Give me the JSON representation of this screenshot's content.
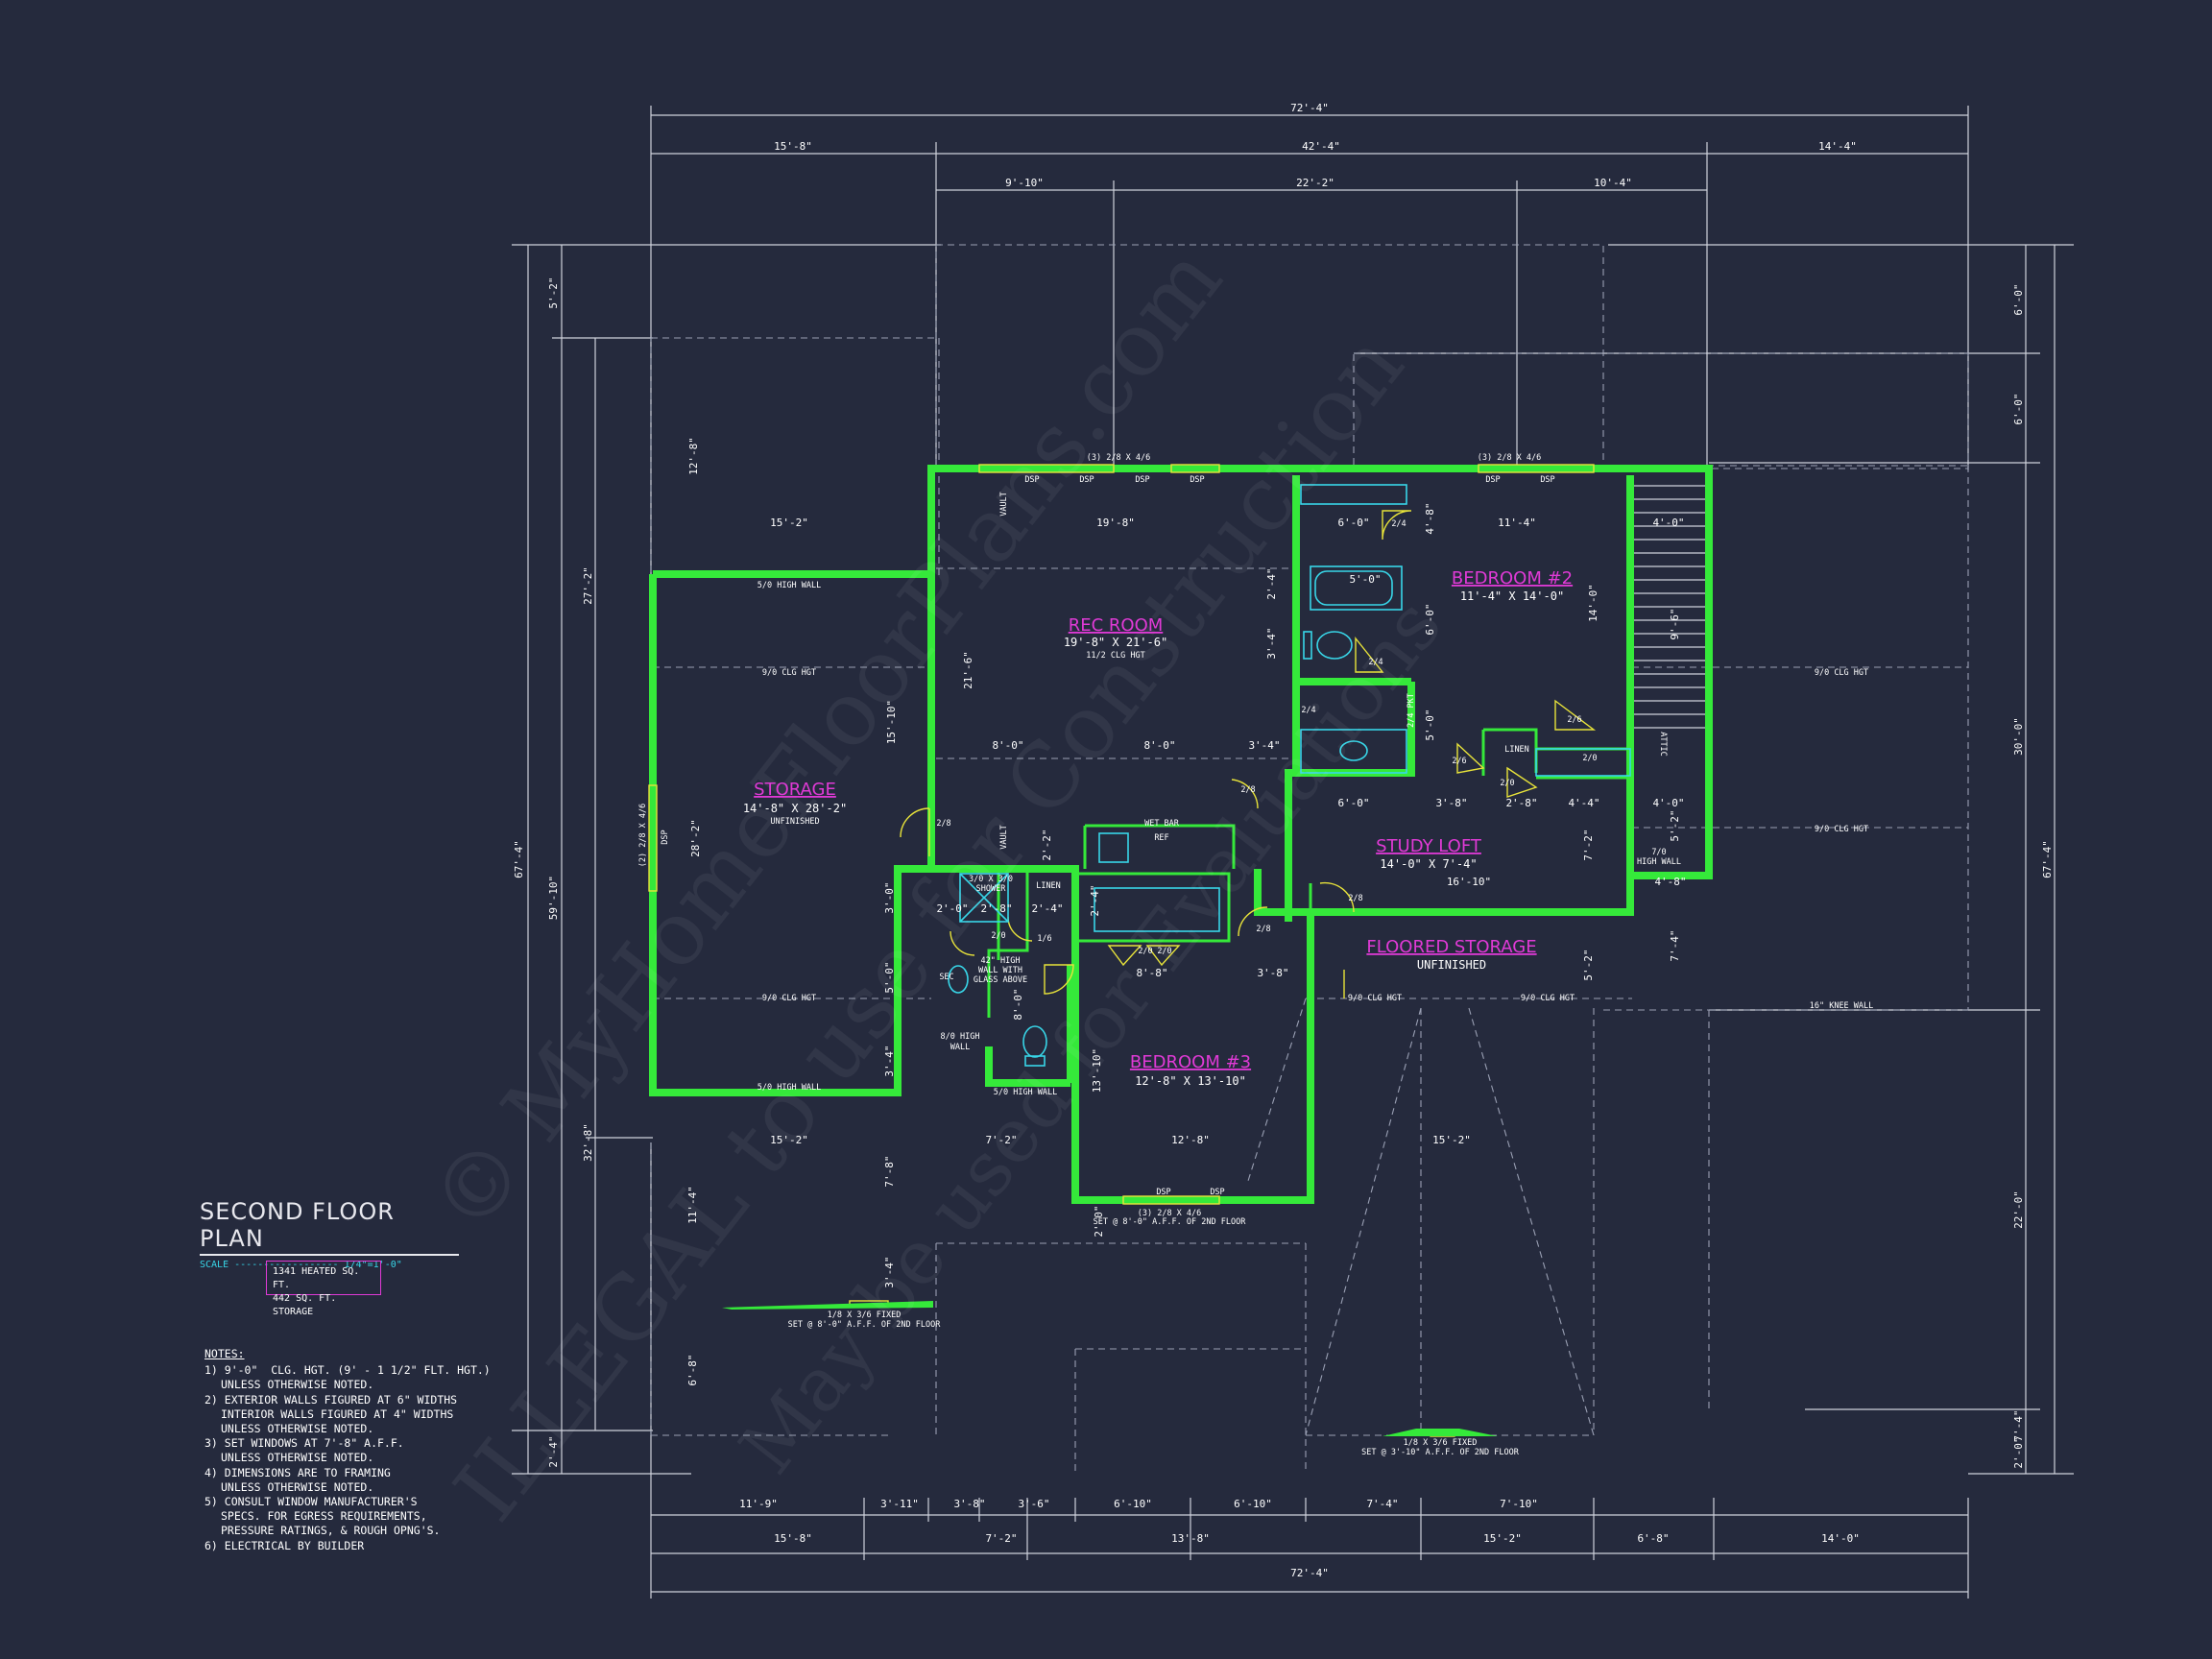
{
  "plan": {
    "title": "SECOND FLOOR PLAN",
    "scale_label": "SCALE",
    "scale_value": "1/4\"=1'-0\"",
    "area": [
      "1341 HEATED SQ. FT.",
      "442 SQ. FT. STORAGE"
    ]
  },
  "rooms": {
    "storage": {
      "name": "STORAGE",
      "size": "14'-8\" X 28'-2\"",
      "note": "UNFINISHED"
    },
    "rec_room": {
      "name": "REC ROOM",
      "size": "19'-8\" X 21'-6\"",
      "note": "11/2 CLG HGT"
    },
    "bedroom2": {
      "name": "BEDROOM #2",
      "size": "11'-4\" X 14'-0\""
    },
    "study_loft": {
      "name": "STUDY LOFT",
      "size": "14'-0\" X 7'-4\""
    },
    "floored_storage": {
      "name": "FLOORED STORAGE",
      "note": "UNFINISHED"
    },
    "bedroom3": {
      "name": "BEDROOM #3",
      "size": "12'-8\" X 13'-10\""
    }
  },
  "labels": {
    "high_wall_5": "5/0 HIGH WALL",
    "clg_9": "9/0 CLG HGT",
    "clg_9b": "9/0 CLG HGT",
    "clg_9c": "9/0 CLG HGT",
    "clg_9d": "9/0 CLG HGT",
    "clg_9e": "9/0 CLG HGT",
    "knee_wall": "16\" KNEE WALL",
    "high_wall_5b": "5/0 HIGH WALL",
    "high_wall_5c": "5/0 HIGH WALL",
    "high_wall_8": "8/0 HIGH",
    "wall": "WALL",
    "high_wall_7": "7/0",
    "high_wall_7b": "HIGH WALL",
    "linen": "LINEN",
    "linen2": "LINEN",
    "wet_bar": "WET BAR",
    "ref": "REF",
    "shower": "3/0 X 3/0",
    "shower2": "SHOWER",
    "glass1": "42\" HIGH",
    "glass2": "WALL WITH",
    "glass3": "GLASS ABOVE",
    "attic": "ATTIC",
    "vault": "VAULT",
    "vault2": "VAULT",
    "dsp": "DSP",
    "win_top1": "(3) 2/8 X 4/6",
    "win_top2": "(3) 2/8 X 4/6",
    "win_left": "(2) 2/8 X 4/6",
    "win_b3": "(3) 2/8 X 4/6",
    "win_b3_set": "SET @ 8'-0\" A.F.F. OF 2ND FLOOR",
    "win_fixed1": "1/8 X 3/6 FIXED",
    "win_fixed1_set": "SET @ 8'-0\" A.F.F. OF 2ND FLOOR",
    "win_fixed2": "1/8 X 3/6 FIXED",
    "win_fixed2_set": "SET @ 3'-10\" A.F.F. OF 2ND FLOOR",
    "door_2_8": "2/8",
    "door_2_4": "2/4",
    "door_2_6": "2/6",
    "door_2_0": "2/0",
    "door_1_6": "1/6",
    "door_2_4_pkt": "2/4 PKT",
    "sec": "SEC"
  },
  "dims": {
    "total_top": "72'-4\"",
    "top_a": "15'-8\"",
    "top_b": "42'-4\"",
    "top_c": "14'-4\"",
    "top_d": "9'-10\"",
    "top_e": "22'-2\"",
    "top_f": "10'-4\"",
    "total_bottom": "72'-4\"",
    "bot_a": "15'-8\"",
    "bot_b": "7'-2\"",
    "bot_c": "13'-8\"",
    "bot_d": "15'-2\"",
    "bot_e": "6'-8\"",
    "bot_f": "14'-0\"",
    "bot2_a": "11'-9\"",
    "bot2_b": "3'-11\"",
    "bot2_c": "3'-8\"",
    "bot2_d": "3'-6\"",
    "bot2_e": "6'-10\"",
    "bot2_f": "6'-10\"",
    "bot2_g": "7'-4\"",
    "bot2_h": "7'-10\"",
    "left_total": "67'-4\"",
    "left_a": "59'-10\"",
    "left_b": "27'-2\"",
    "left_c": "32'-8\"",
    "left_d": "5'-2\"",
    "left_e": "2'-4\"",
    "right_total": "67'-4\"",
    "right_a": "6'-0\"",
    "right_b": "6'-0\"",
    "right_c": "30'-0\"",
    "right_d": "22'-0\"",
    "right_e": "7'-4\"",
    "right_f": "2'-0\"",
    "in_1": "15'-2\"",
    "in_2": "19'-8\"",
    "in_3": "12'-8\"",
    "in_4": "15'-10\"",
    "in_5": "28'-2\"",
    "in_6": "21'-6\"",
    "in_7": "8'-0\"",
    "in_8": "8'-0\"",
    "in_9": "3'-4\"",
    "in_10": "6'-0\"",
    "in_11": "5'-0\"",
    "in_12": "11'-4\"",
    "in_13": "4'-0\"",
    "in_14": "4'-8\"",
    "in_15": "14'-0\"",
    "in_16": "6'-0\"",
    "in_17": "3'-8\"",
    "in_18": "2'-8\"",
    "in_19": "4'-4\"",
    "in_20": "4'-0\"",
    "in_21": "16'-10\"",
    "in_22": "5'-2\"",
    "in_23": "4'-8\"",
    "in_24": "7'-2\"",
    "in_25": "7'-4\"",
    "in_26": "5'-2\"",
    "in_27": "3'-0\"",
    "in_28": "5'-0\"",
    "in_29": "3'-4\"",
    "in_30": "15'-2\"",
    "in_31": "7'-2\"",
    "in_32": "12'-8\"",
    "in_33": "15'-2\"",
    "in_34": "7'-8\"",
    "in_35": "11'-4\"",
    "in_36": "6'-8\"",
    "in_37": "3'-4\"",
    "in_38": "2'-0\"",
    "in_39": "8'-8\"",
    "in_40": "3'-8\"",
    "in_41": "13'-10\"",
    "in_42": "2'-4\"",
    "in_43": "2'-2\"",
    "in_44": "2'-0\"",
    "in_45": "2'-8\"",
    "in_46": "2'-4\"",
    "in_47": "3'-4\"",
    "in_48": "6'-0\"",
    "in_49": "5'-0\"",
    "in_50": "2'-4\"",
    "in_51": "8'-0\"",
    "in_52": "9'-6\""
  },
  "notes": {
    "heading": "NOTES:",
    "lines": [
      "1) 9'-0\"  CLG. HGT. (9' - 1 1/2\" FLT. HGT.)",
      "UNLESS OTHERWISE NOTED.",
      "2) EXTERIOR WALLS FIGURED AT 6\" WIDTHS",
      "INTERIOR WALLS FIGURED AT 4\" WIDTHS",
      "UNLESS OTHERWISE NOTED.",
      "3) SET WINDOWS AT 7'-8\" A.F.F.",
      "UNLESS OTHERWISE NOTED.",
      "4) DIMENSIONS ARE TO FRAMING",
      "UNLESS OTHERWISE NOTED.",
      "5) CONSULT WINDOW MANUFACTURER'S",
      "SPECS. FOR EGRESS REQUIREMENTS,",
      "PRESSURE RATINGS, & ROUGH OPNG'S.",
      "6) ELECTRICAL BY BUILDER"
    ]
  },
  "watermark": {
    "line1": "© MyHomeFloorPlans.com",
    "line2": "ILLEGAL to use for Construction",
    "line3": "May be used for Evaluations"
  },
  "colors": {
    "background": "#252a3d",
    "wall": "#35e93a",
    "room_label": "#e03ad6",
    "dim_line": "#d0d2dc",
    "fixture": "#38d6e8",
    "door": "#e8e33a"
  }
}
